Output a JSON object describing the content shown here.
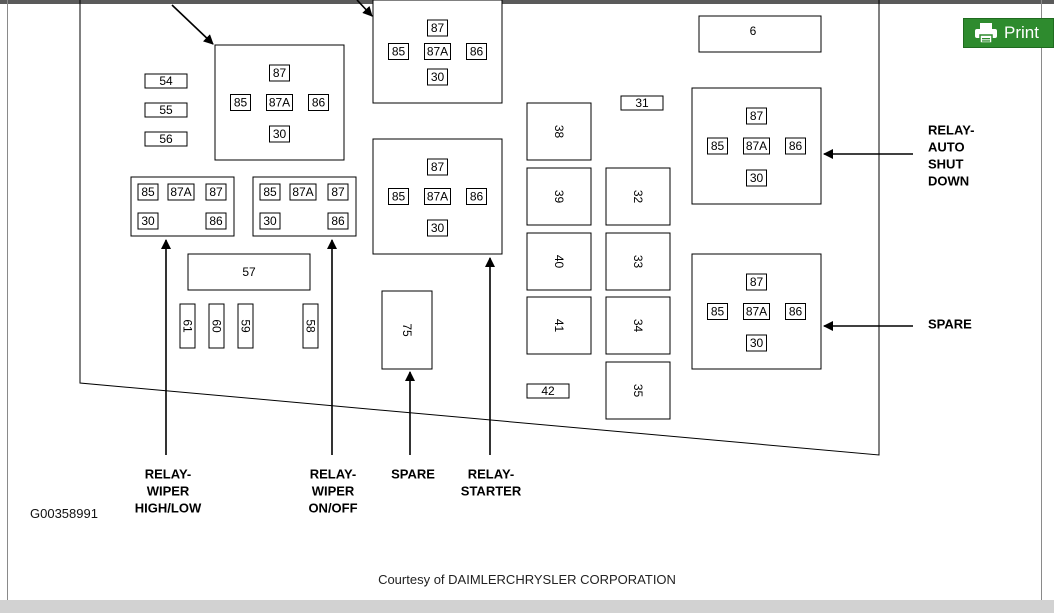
{
  "toolbar": {
    "print_label": "Print",
    "print_icon": "printer-icon",
    "button_color": "#2e8b2e"
  },
  "diagram": {
    "id": "G00358991",
    "courtesy": "Courtesy of DAIMLERCHRYSLER CORPORATION",
    "fuses": [
      "54",
      "55",
      "56",
      "57",
      "61",
      "60",
      "59",
      "58",
      "75",
      "38",
      "39",
      "40",
      "41",
      "42",
      "31",
      "32",
      "33",
      "34",
      "35",
      "6"
    ],
    "relay_pins": {
      "p85": "85",
      "p86": "86",
      "p87": "87",
      "p87a": "87A",
      "p30": "30"
    },
    "labels": {
      "wiper_high_low": [
        "RELAY-",
        "WIPER",
        "HIGH/LOW"
      ],
      "wiper_on_off": [
        "RELAY-",
        "WIPER",
        "ON/OFF"
      ],
      "spare_bottom": [
        "SPARE"
      ],
      "starter": [
        "RELAY-",
        "STARTER"
      ],
      "auto_shutdown": [
        "RELAY-",
        "AUTO",
        "SHUT",
        "DOWN"
      ],
      "spare_right": [
        "SPARE"
      ]
    }
  }
}
